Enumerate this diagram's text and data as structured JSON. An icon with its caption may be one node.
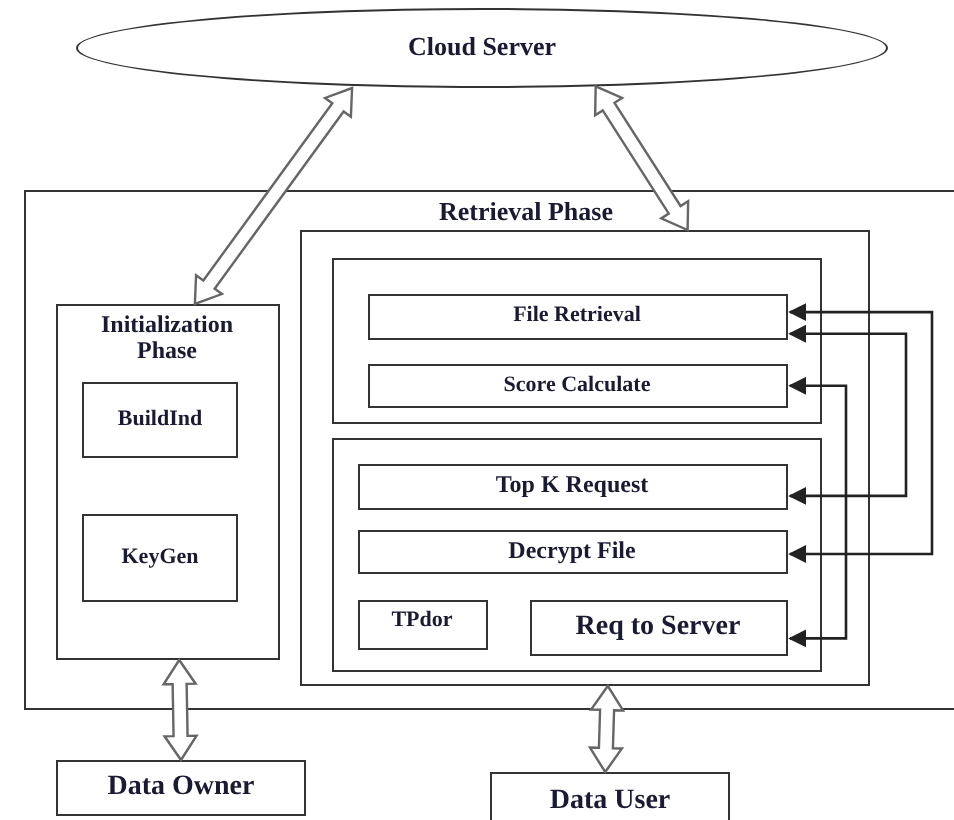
{
  "diagram": {
    "nodes": [
      {
        "text": [
          "Cloud Server"
        ]
      },
      {
        "text": [],
        "shape": "box"
      },
      {
        "text": [
          "Initialization Phase"
        ],
        "in": 1
      },
      {
        "text": [
          "BuildInd"
        ],
        "in": 2
      },
      {
        "text": [
          "KeyGen"
        ],
        "in": 2
      },
      {
        "text": [
          "Retrieval Phase"
        ],
        "in": 1
      },
      {
        "text": [],
        "shape": "box",
        "in": 5
      },
      {
        "text": [
          "File Retrieval"
        ],
        "in": 6
      },
      {
        "text": [
          "Score Calculate"
        ],
        "in": 6
      },
      {
        "text": [],
        "shape": "box",
        "in": 5
      },
      {
        "text": [
          "Top K Request"
        ],
        "in": 9
      },
      {
        "text": [
          "Decrypt File"
        ],
        "in": 9
      },
      {
        "text": [
          "TPdor"
        ],
        "in": 9
      },
      {
        "text": [
          "Req to Server"
        ],
        "in": 9
      },
      {
        "text": [
          "Data Owner"
        ]
      },
      {
        "text": [
          "Data User"
        ]
      }
    ],
    "edges": [
      {
        "from": 0,
        "to": 2,
        "arrow": "both",
        "style": "thick"
      },
      {
        "from": 0,
        "to": 5,
        "arrow": "both",
        "style": "thick"
      },
      {
        "from": 2,
        "to": 14,
        "arrow": "both",
        "style": "thick"
      },
      {
        "from": 5,
        "to": 15,
        "arrow": "both",
        "style": "thick"
      },
      {
        "from": 7,
        "to": 11,
        "arrow": "both"
      },
      {
        "from": 7,
        "to": 10,
        "arrow": "both"
      },
      {
        "from": 8,
        "to": 13,
        "arrow": "both"
      }
    ]
  }
}
